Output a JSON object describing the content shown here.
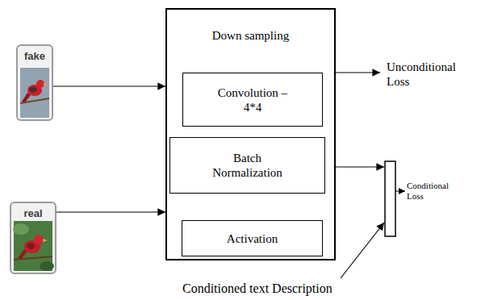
{
  "diagram": {
    "nodes": [
      {
        "text": [
          "fake"
        ]
      },
      {
        "text": [
          "real"
        ]
      },
      {
        "text": [
          "Down sampling"
        ]
      },
      {
        "text": [
          "Convolution – 4*4"
        ],
        "in": 2
      },
      {
        "text": [
          "Batch Normalization"
        ],
        "in": 2
      },
      {
        "text": [
          "Activation"
        ],
        "in": 2
      }
    ],
    "edges": [
      {
        "from": 0,
        "to": 2,
        "arrow": "to"
      },
      {
        "from": 1,
        "to": 2,
        "arrow": "to"
      }
    ],
    "labels": [
      "Unconditional Loss",
      "Conditional Loss",
      "Conditioned text Description"
    ]
  }
}
